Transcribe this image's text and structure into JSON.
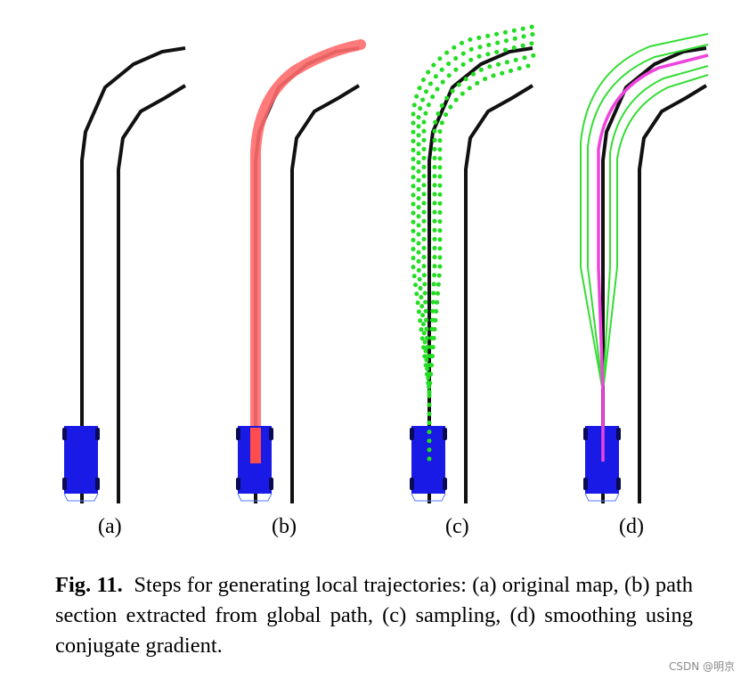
{
  "figure": {
    "panels": [
      {
        "id": "a",
        "label": "(a)",
        "content": "original map"
      },
      {
        "id": "b",
        "label": "(b)",
        "content": "path section extracted from global path"
      },
      {
        "id": "c",
        "label": "(c)",
        "content": "sampling"
      },
      {
        "id": "d",
        "label": "(d)",
        "content": "smoothing using conjugate gradient"
      }
    ],
    "colors": {
      "road": "#111111",
      "vehicle": "#1a1ae6",
      "path_section": "#ff5a5a",
      "samples": "#22dd22",
      "smoothed": "#ee44dd"
    }
  },
  "caption": {
    "label": "Fig. 11.",
    "text": "Steps for generating local trajectories: (a) original map, (b) path section extracted from global path, (c) sampling, (d) smoothing using conjugate gradient."
  },
  "watermark": "CSDN @明京"
}
